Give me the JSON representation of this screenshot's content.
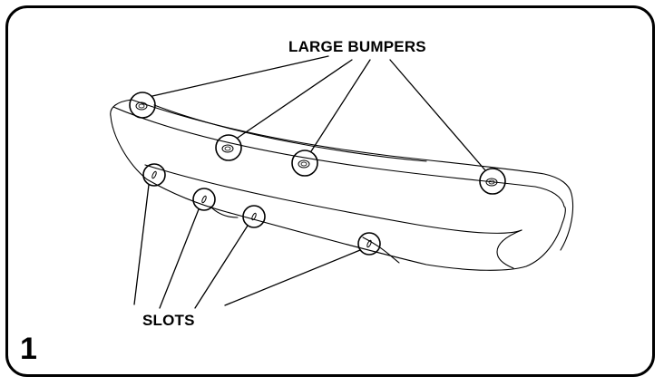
{
  "figure": {
    "callout_bumpers": "LARGE BUMPERS",
    "callout_slots": "SLOTS",
    "step_number": "1"
  }
}
